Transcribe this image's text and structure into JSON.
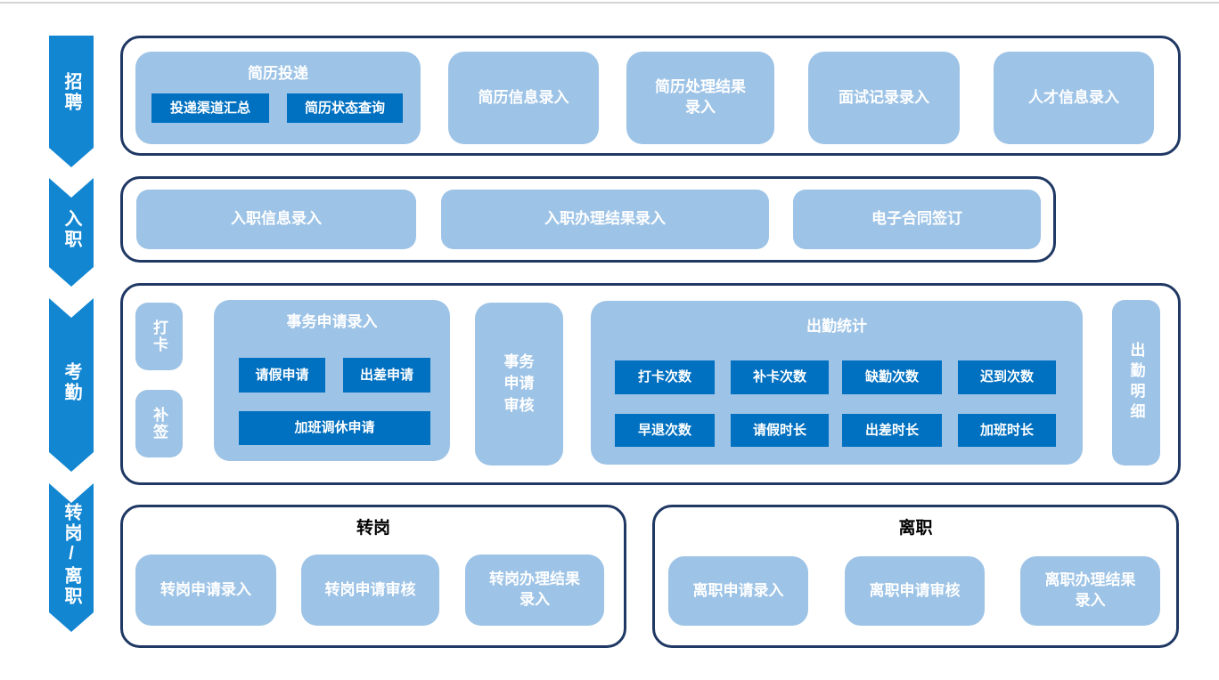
{
  "colors": {
    "ribbon_blue": "#1386d2",
    "light_blue": "#9dc3e6",
    "dark_blue": "#0070c0",
    "navy_border": "#1f3864"
  },
  "ribbon": {
    "sections": [
      "招聘",
      "入职",
      "考勤",
      "转岗/离职"
    ]
  },
  "recruitment": {
    "resume_submission": {
      "title": "简历投递",
      "items": [
        "投递渠道汇总",
        "简历状态查询"
      ]
    },
    "boxes": [
      "简历信息录入",
      "简历处理结果\n录入",
      "面试记录录入",
      "人才信息录入"
    ]
  },
  "onboarding": {
    "boxes": [
      "入职信息录入",
      "入职办理结果录入",
      "电子合同签订"
    ]
  },
  "attendance": {
    "punch": "打卡",
    "makeup_sign": "补签",
    "affair_entry": {
      "title": "事务申请录入",
      "items": [
        "请假申请",
        "出差申请",
        "加班调休申请"
      ]
    },
    "affair_review": "事务申请审核",
    "stats": {
      "title": "出勤统计",
      "items": [
        "打卡次数",
        "补卡次数",
        "缺勤次数",
        "迟到次数",
        "早退次数",
        "请假时长",
        "出差时长",
        "加班时长"
      ]
    },
    "detail": "出勤明细"
  },
  "transfer": {
    "title": "转岗",
    "boxes": [
      "转岗申请录入",
      "转岗申请审核",
      "转岗办理结果\n录入"
    ]
  },
  "resignation": {
    "title": "离职",
    "boxes": [
      "离职申请录入",
      "离职申请审核",
      "离职办理结果\n录入"
    ]
  }
}
